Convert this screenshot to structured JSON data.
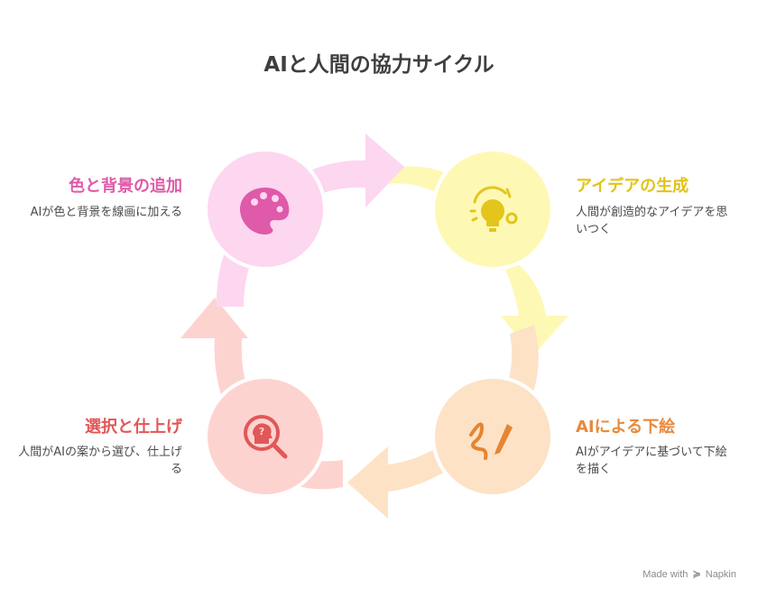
{
  "title": "AIと人間の協力サイクル",
  "stages": [
    {
      "title": "アイデアの生成",
      "description": "人間が創造的なアイデアを思いつく",
      "icon": "lightbulb-icon",
      "title_color": "#e2c31a",
      "circle_color": "#fef8b5",
      "icon_color": "#e3c51c"
    },
    {
      "title": "AIによる下絵",
      "description": "AIがアイデアに基づいて下絵を描く",
      "icon": "brush-stroke-icon",
      "title_color": "#e8893a",
      "circle_color": "#fde2c6",
      "icon_color": "#e58533"
    },
    {
      "title": "選択と仕上げ",
      "description": "人間がAIの案から選び、仕上げる",
      "icon": "head-search-icon",
      "title_color": "#e25757",
      "circle_color": "#fdd3d0",
      "icon_color": "#e25757"
    },
    {
      "title": "色と背景の追加",
      "description": "AIが色と背景を線画に加える",
      "icon": "palette-icon",
      "title_color": "#df5aa8",
      "circle_color": "#fdd6f0",
      "icon_color": "#df5aa8"
    }
  ],
  "footer": {
    "made_with": "Made with",
    "brand": "Napkin"
  }
}
